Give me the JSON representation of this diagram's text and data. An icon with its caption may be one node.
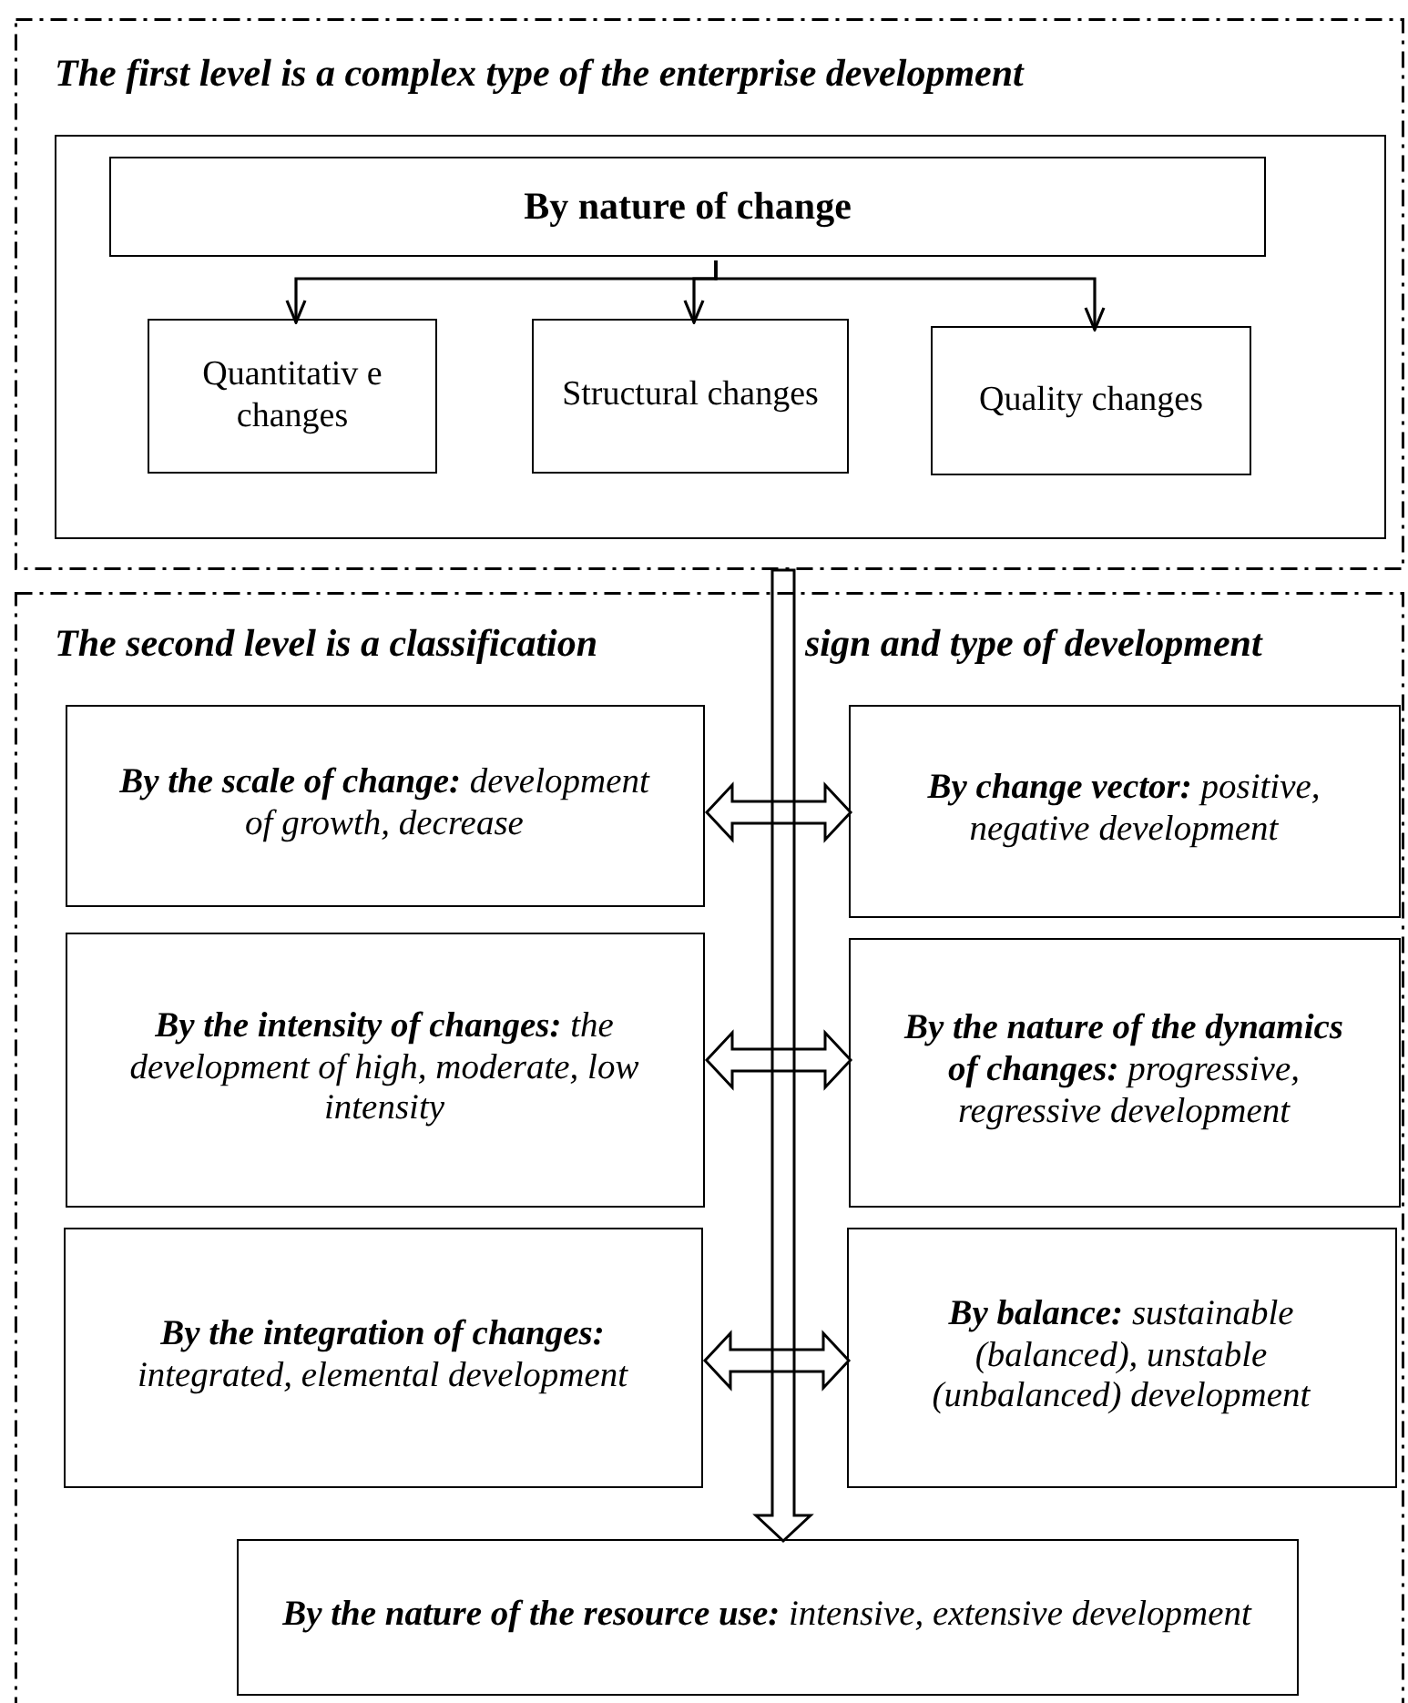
{
  "diagram": {
    "nodes": [
      {
        "text": [
          "The first level is a complex type of the enterprise development"
        ]
      },
      {
        "text": [],
        "shape": "box",
        "in": 0
      },
      {
        "text": [
          "By nature of change"
        ],
        "in": 1
      },
      {
        "text": [
          "Quantitativ e changes"
        ],
        "in": 1
      },
      {
        "text": [
          "Structural changes"
        ],
        "in": 1
      },
      {
        "text": [
          "Quality changes"
        ],
        "in": 1
      },
      {
        "text": [
          "The second level is a classification",
          "sign and type of development"
        ]
      },
      {
        "text": [
          "**By the scale of change:** development of growth, decrease"
        ],
        "in": 6
      },
      {
        "text": [
          "**By change vector:** positive, negative development"
        ],
        "in": 6
      },
      {
        "text": [
          "**By the intensity of changes:** the development of high, moderate, low intensity"
        ],
        "in": 6
      },
      {
        "text": [
          "**By the nature of the dynamics of changes:** progressive, regressive development"
        ],
        "in": 6
      },
      {
        "text": [
          "**By the integration of changes:** integrated, elemental development"
        ],
        "in": 6
      },
      {
        "text": [
          "**By balance:** sustainable (balanced), unstable (unbalanced) development"
        ],
        "in": 6
      },
      {
        "text": [
          "**By the nature of the resource use:** intensive, extensive development"
        ],
        "in": 6
      }
    ],
    "edges": [
      {
        "from": 2,
        "to": 3,
        "arrow": "to"
      },
      {
        "from": 2,
        "to": 4,
        "arrow": "to"
      },
      {
        "from": 2,
        "to": 5,
        "arrow": "to"
      },
      {
        "from": 0,
        "to": 13,
        "arrow": "to"
      },
      {
        "from": 7,
        "to": 8,
        "arrow": "both"
      },
      {
        "from": 9,
        "to": 10,
        "arrow": "both"
      },
      {
        "from": 11,
        "to": 12,
        "arrow": "both"
      }
    ]
  }
}
